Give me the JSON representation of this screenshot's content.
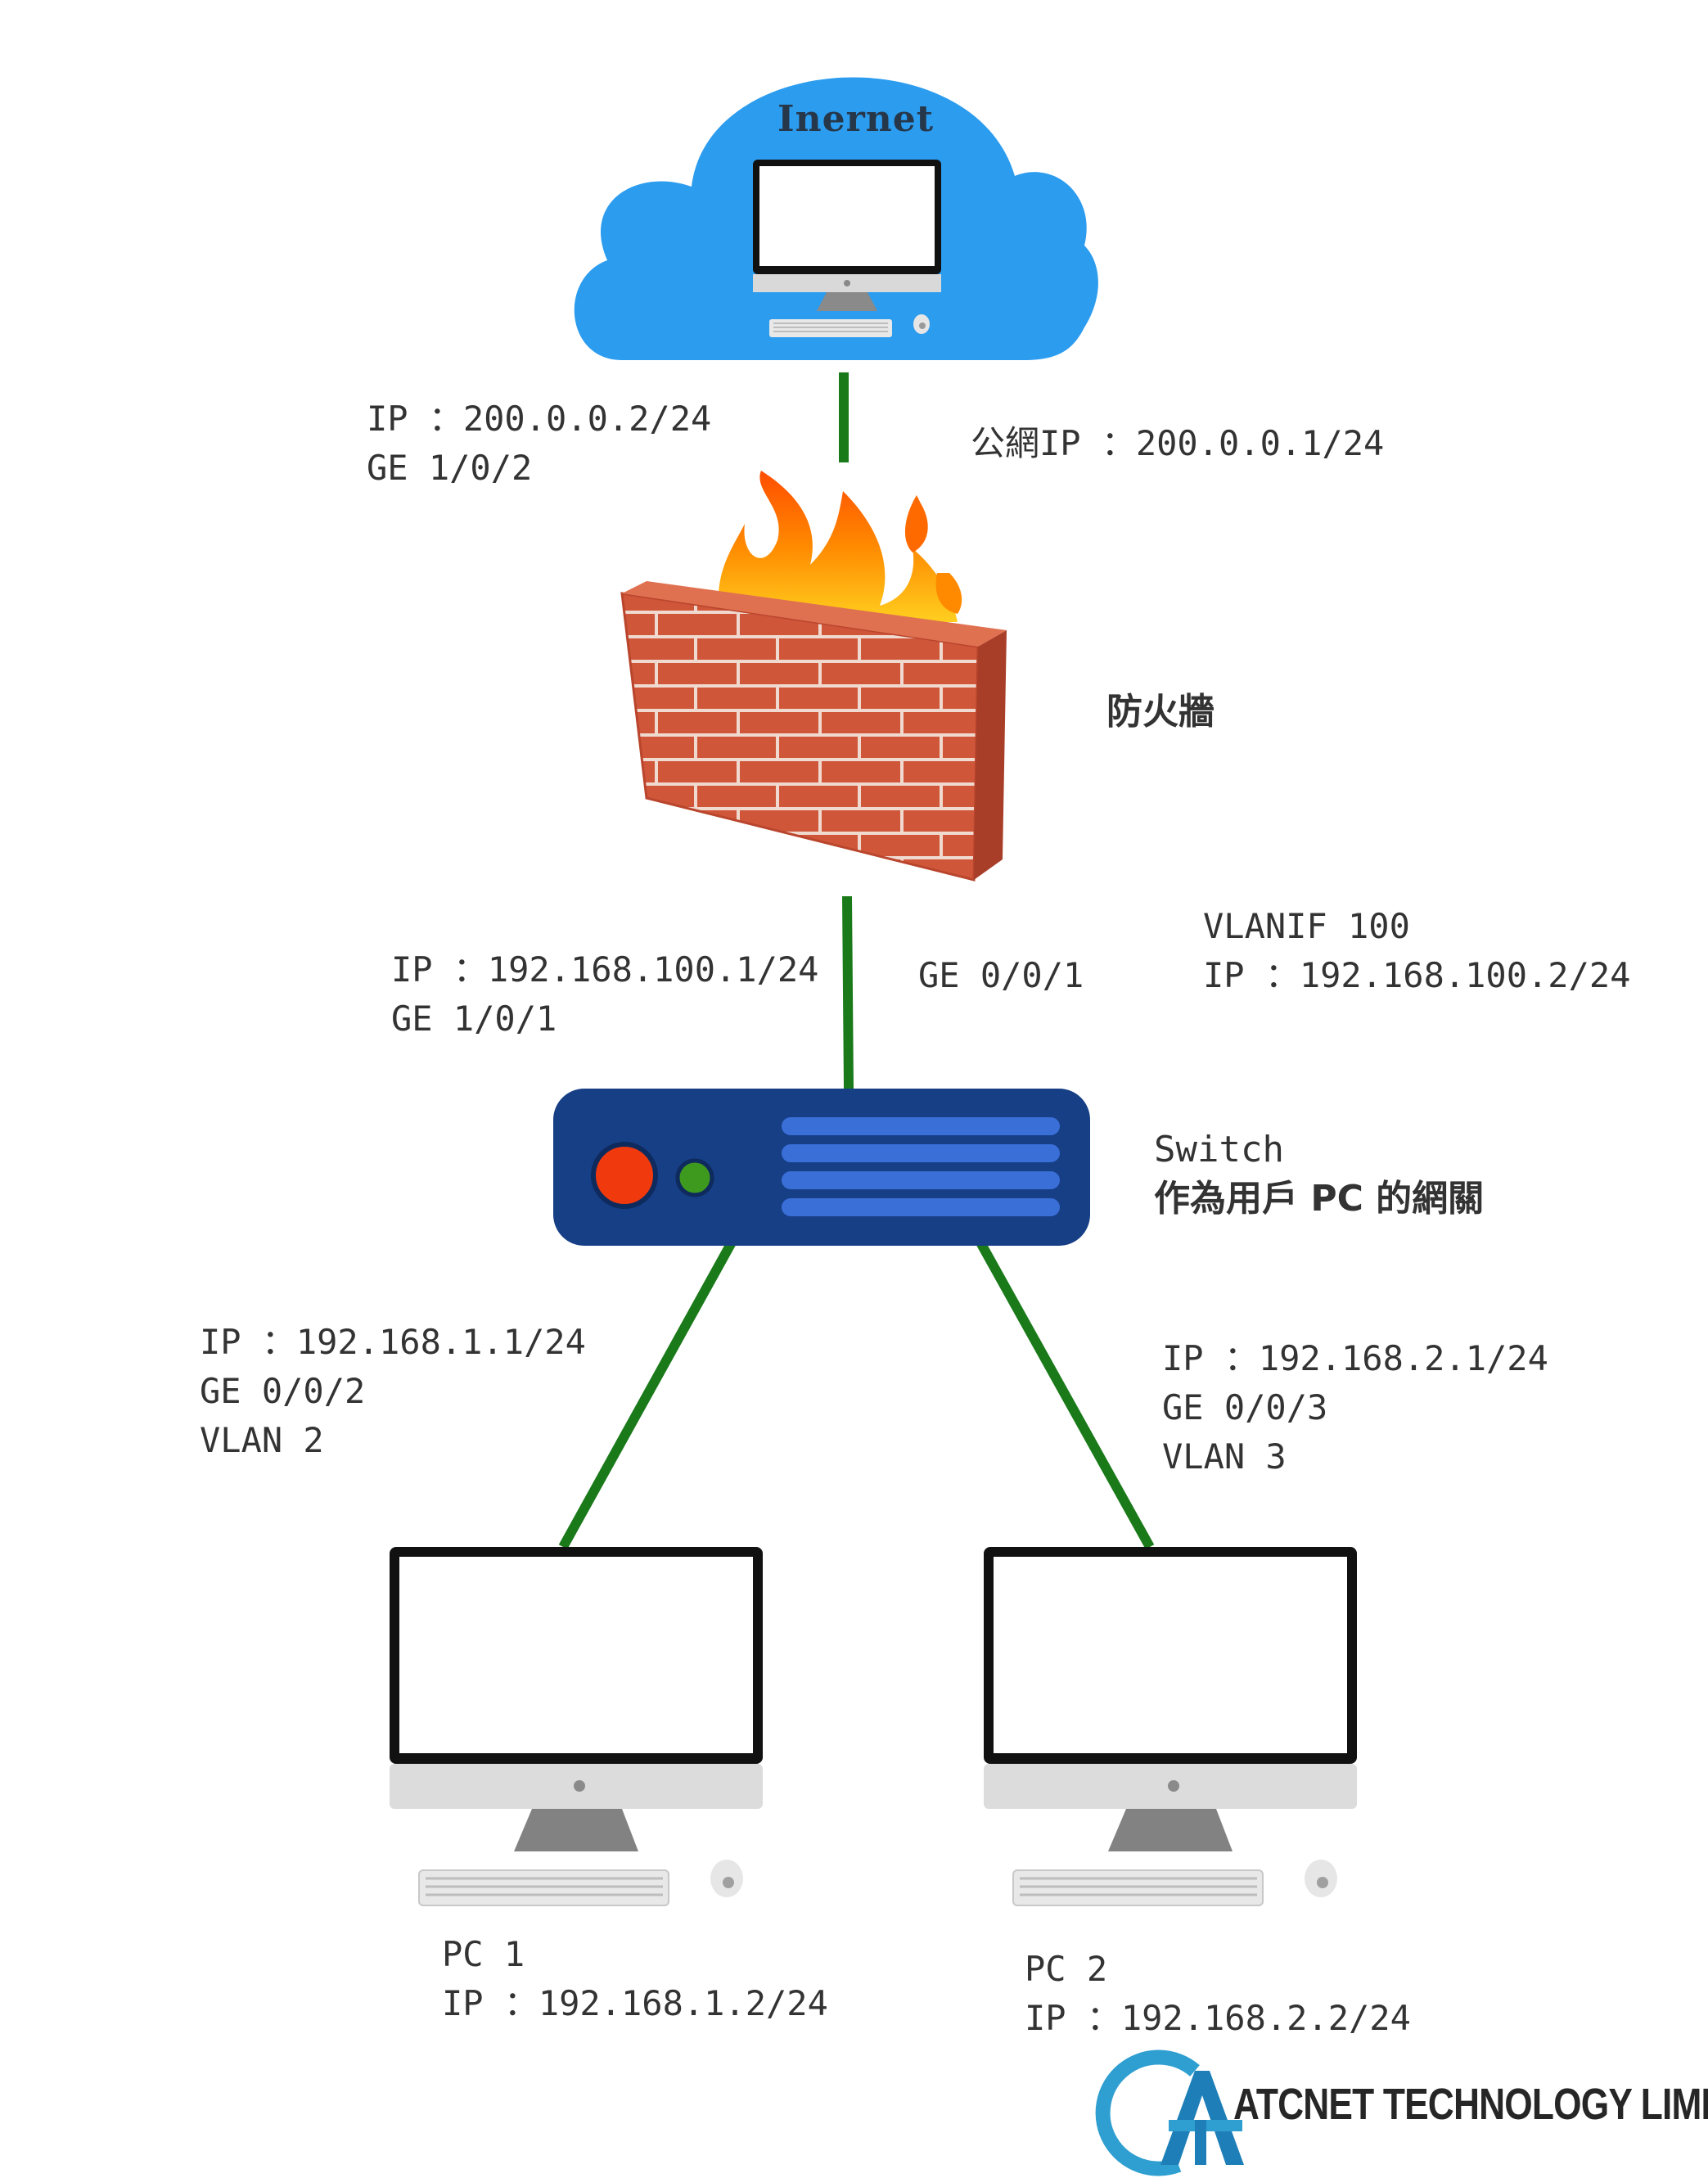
{
  "internet": {
    "title": "Inernet"
  },
  "firewall": {
    "title": "防火牆",
    "wan": {
      "ip": "IP ：200.0.0.2/24",
      "port": "GE 1/0/2"
    },
    "public_ip": "公網IP ：200.0.0.1/24",
    "lan": {
      "ip": "IP ：192.168.100.1/24",
      "port": "GE 1/0/1"
    }
  },
  "switch": {
    "title": "Switch",
    "subtitle": "作為用戶 PC 的網關",
    "uplink_port": "GE 0/0/1",
    "vlanif": {
      "name": "VLANIF 100",
      "ip": "IP ：192.168.100.2/24"
    },
    "left_port": {
      "ip": "IP ：192.168.1.1/24",
      "port": "GE 0/0/2",
      "vlan": "VLAN 2"
    },
    "right_port": {
      "ip": "IP ：192.168.2.1/24",
      "port": "GE 0/0/3",
      "vlan": "VLAN 3"
    }
  },
  "pc1": {
    "name": "PC 1",
    "ip": "IP ：192.168.1.2/24"
  },
  "pc2": {
    "name": "PC 2",
    "ip": "IP ：192.168.2.2/24"
  },
  "brand": {
    "name": "ATCNET TECHNOLOGY LIMITED"
  },
  "colors": {
    "link": "#1a7a1a",
    "cloud": "#2c9cef",
    "brick": "#d0563a",
    "switch_body": "#163f86",
    "switch_slot": "#3a6fd8",
    "switch_led_red": "#f03a0e",
    "switch_led_green": "#3e9a1e",
    "brand_blue": "#2e9fd0"
  }
}
